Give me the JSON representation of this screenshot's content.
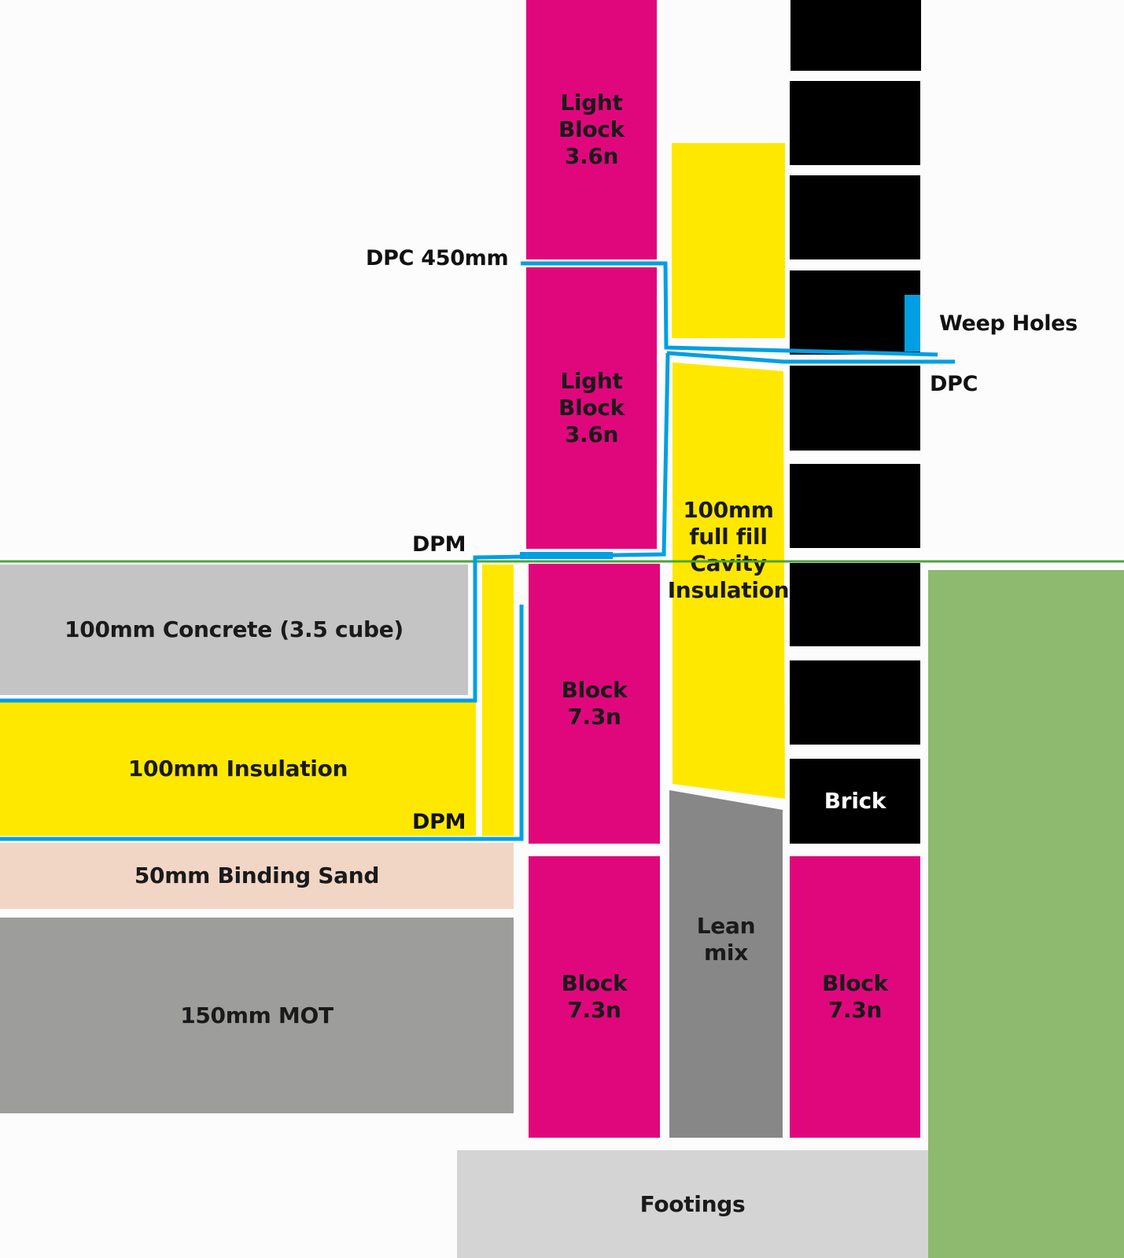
{
  "labels": {
    "light_block": "Light\nBlock\n3.6n",
    "block": "Block\n7.3n",
    "cavity_insulation": "100mm\nfull fill\nCavity\nInsulation",
    "lean_mix": "Lean\nmix",
    "brick": "Brick",
    "concrete": "100mm Concrete (3.5 cube)",
    "insulation": "100mm Insulation",
    "binding_sand": "50mm Binding Sand",
    "mot": "150mm MOT",
    "footings": "Footings",
    "dpc_450": "DPC 450mm",
    "dpc": "DPC",
    "dpm": "DPM",
    "weep_holes": "Weep Holes"
  },
  "colors": {
    "block": "#e0077d",
    "insulation": "#ffe800",
    "brick": "#000000",
    "concrete": "#c4c4c4",
    "binding_sand": "#f1d6c6",
    "mot": "#9d9d9c",
    "lean_mix": "#878787",
    "footings": "#d4d4d4",
    "ground": "#8dba6f",
    "ground_line": "#4ca43a",
    "membrane": "#009fe3"
  }
}
